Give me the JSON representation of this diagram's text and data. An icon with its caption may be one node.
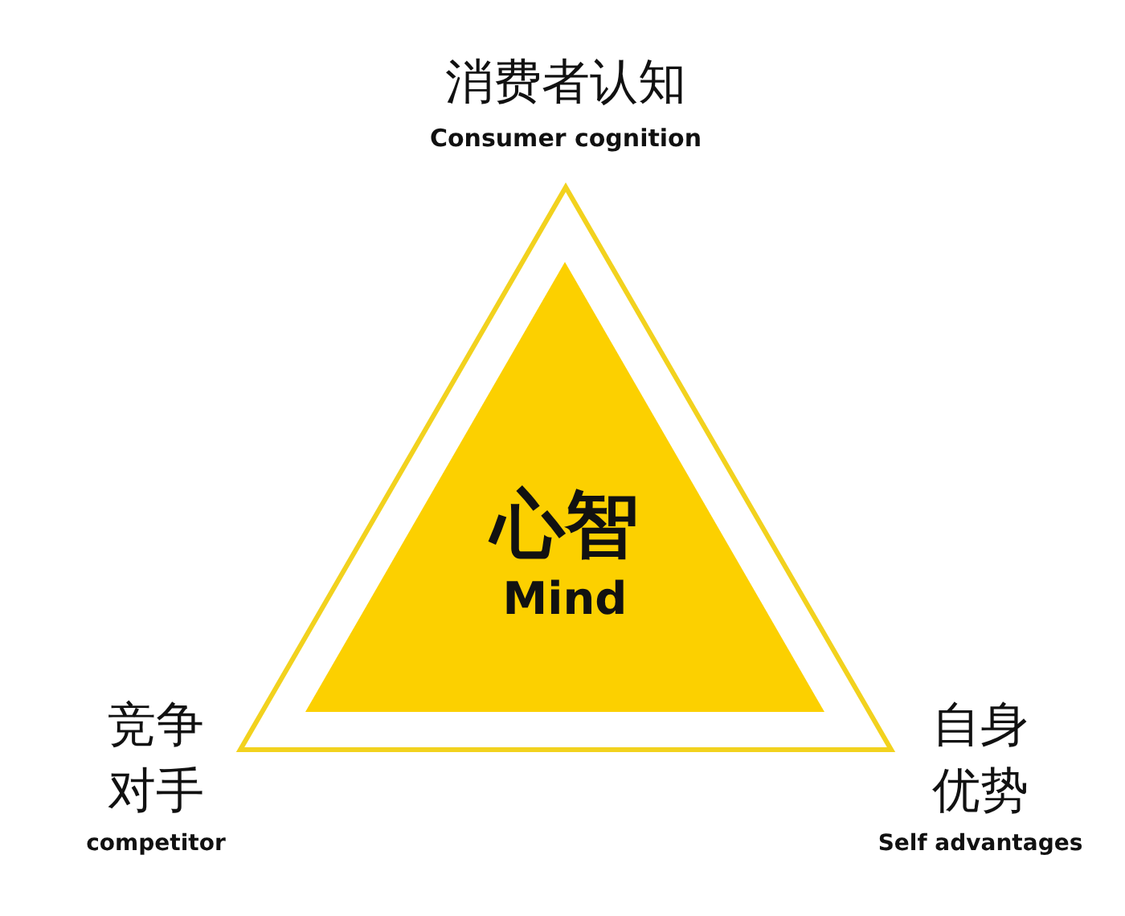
{
  "diagram": {
    "nodes": [
      {
        "text": [],
        "shape": "triangle"
      },
      {
        "text": [
          "心智",
          "Mind"
        ],
        "in": 0
      }
    ],
    "labels": [
      "消费者认知",
      "Consumer cognition",
      "竞争对手",
      "competitor",
      "自身优势",
      "Self advantages"
    ]
  }
}
